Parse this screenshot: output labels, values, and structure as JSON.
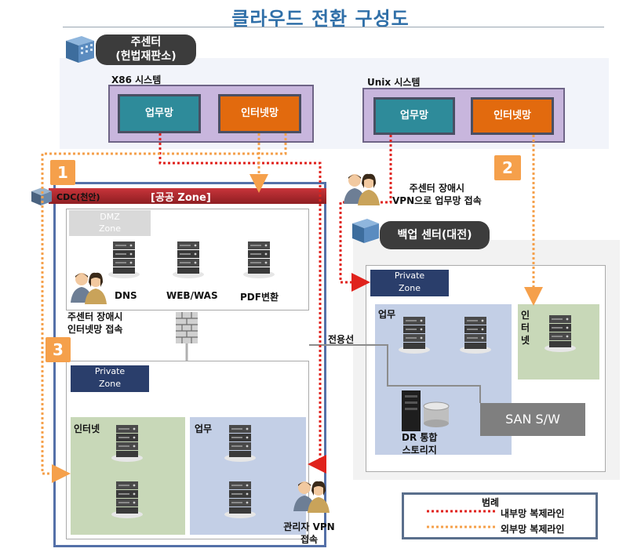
{
  "title": "클라우드 전환 구성도",
  "main_center": {
    "line1": "주센터",
    "line2": "(헌법재판소)",
    "x86": {
      "label": "X86 시스템",
      "business": "업무망",
      "internet": "인터넷망"
    },
    "unix": {
      "label": "Unix 시스템",
      "business": "업무망",
      "internet": "인터넷망"
    }
  },
  "badges": [
    "1",
    "2",
    "3"
  ],
  "cdc": {
    "label": "CDC(천안)",
    "zone": "[공공 Zone]",
    "dmz_line1": "DMZ",
    "dmz_line2": "Zone",
    "servers": [
      "DNS",
      "WEB/WAS",
      "PDF변환"
    ],
    "user_note_line1": "주센터 장애시",
    "user_note_line2": "인터넷망 접속",
    "private_line1": "Private",
    "private_line2": "Zone",
    "internet": "인터넷",
    "business": "업무",
    "admin_line1": "관리자 VPN",
    "admin_line2": "접속"
  },
  "vpn_note_line1": "주센터 장애시",
  "vpn_note_line2": "VPN으로 업무망 접속",
  "backup": {
    "label": "백업 센터(대전)",
    "private_line1": "Private",
    "private_line2": "Zone",
    "business": "업무",
    "internet": [
      "인",
      "터",
      "넷"
    ],
    "dedicated_line": "전용선",
    "storage_line1": "DR 통합",
    "storage_line2": "스토리지",
    "san": "SAN S/W"
  },
  "legend": {
    "title": "범례",
    "internal": "내부망 복제라인",
    "external": "외부망 복제라인",
    "internal_color": "#e0221c",
    "external_color": "#f5a04b"
  }
}
